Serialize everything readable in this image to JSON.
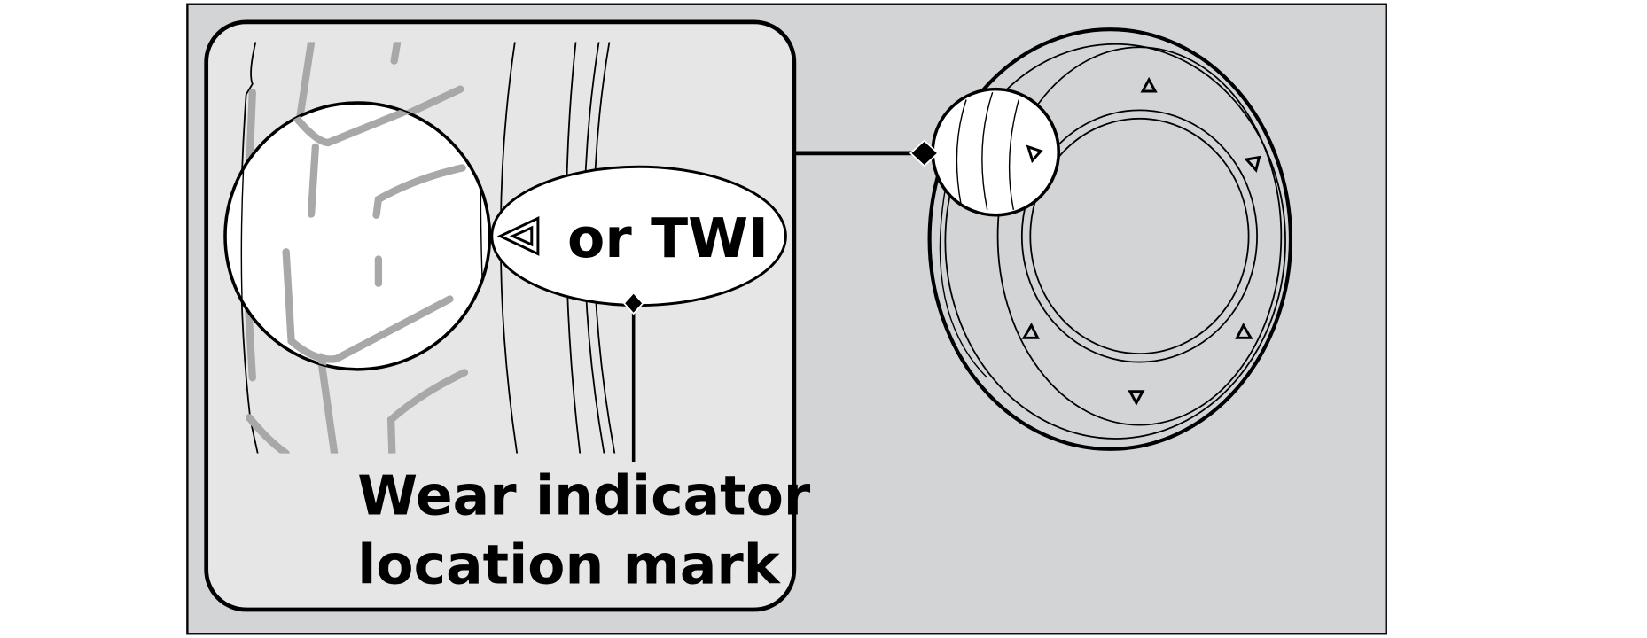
{
  "callout": {
    "symbol_icon": "triangle-left-icon",
    "text": "or TWI"
  },
  "label": {
    "line1": "Wear indicator",
    "line2": "location mark"
  },
  "colors": {
    "background_panel": "#d3d4d6",
    "inset_panel": "#e6e6e6",
    "groove": "#a8a8a8",
    "ink": "#000000"
  }
}
